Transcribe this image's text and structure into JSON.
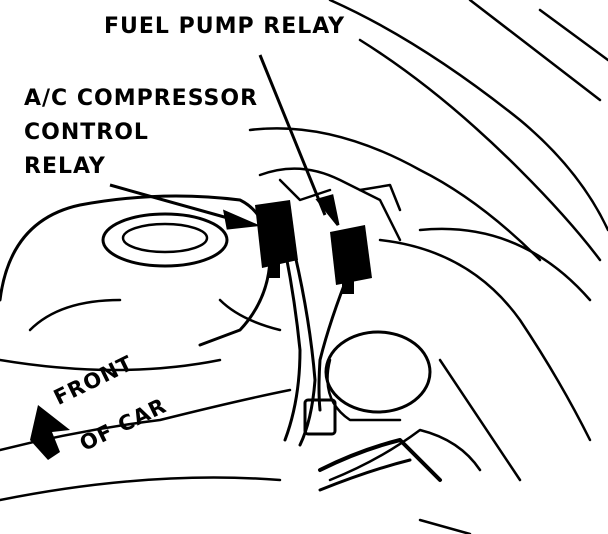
{
  "labels": {
    "fuel_pump_relay": "FUEL PUMP RELAY",
    "ac_relay_line1": "A/C COMPRESSOR",
    "ac_relay_line2": "CONTROL",
    "ac_relay_line3": "RELAY",
    "front_line1": "FRONT",
    "front_line2": "OF CAR"
  },
  "colors": {
    "ink": "#000000",
    "paper": "#ffffff"
  }
}
